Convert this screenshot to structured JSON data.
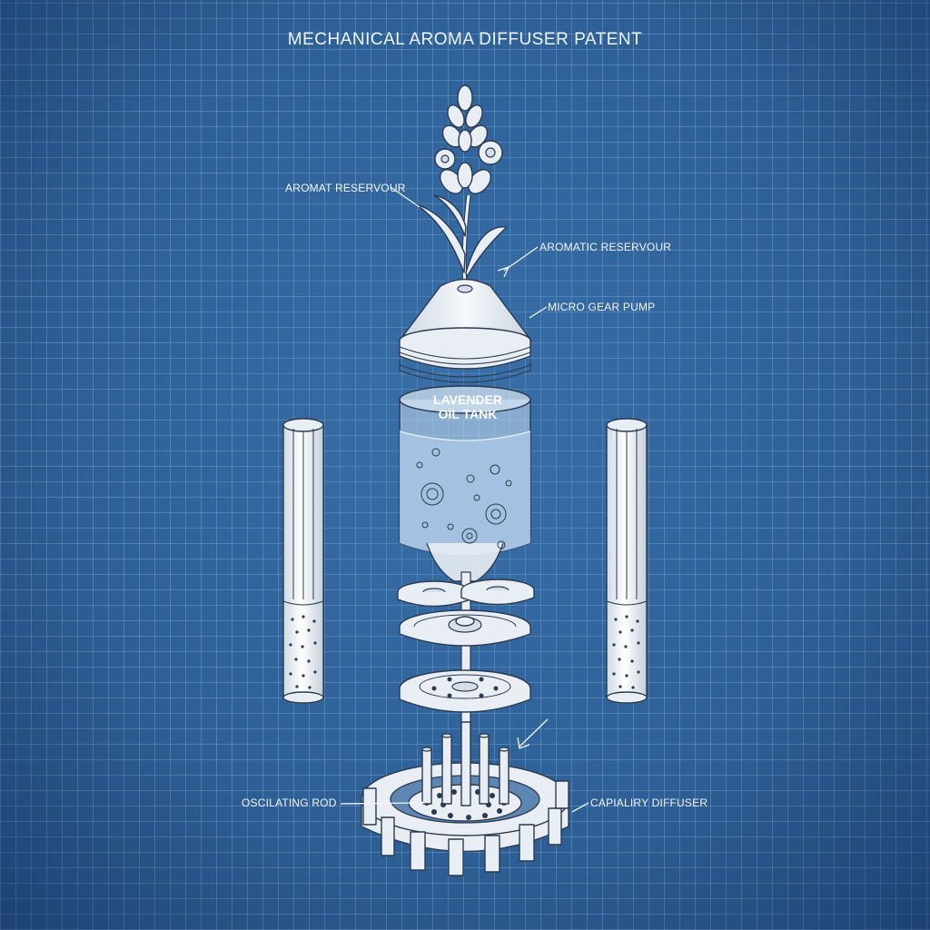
{
  "title": "MECHANICAL AROMA DIFFUSER PATENT",
  "labels": {
    "aromat_reservour": "AROMAT RESERVOUR",
    "aromatic_reservoir": "AROMATIC RESERVOUR",
    "micro_gear_pump": "MICRO GEAR PUMP",
    "tank_line1": "LAVENDER",
    "tank_line2": "OIL TANK",
    "oscillating_rod": "OSCILATING ROD",
    "capillary_diffuser": "CAPIALIRY DIFFUSER"
  },
  "colors": {
    "background": "#2d5f96",
    "grid": "#aacdf0",
    "part_fill": "#e9eef4",
    "outline": "#2a3a4f",
    "tank_liquid": "#a9c6e4"
  }
}
